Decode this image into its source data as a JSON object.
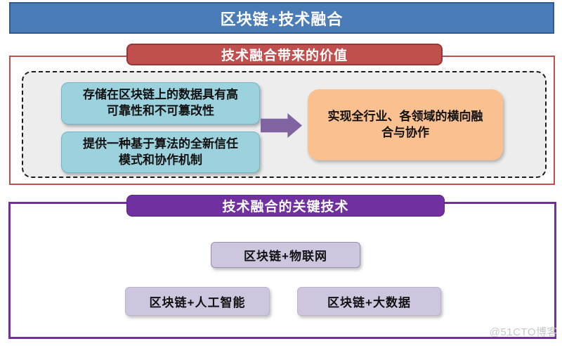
{
  "title_banner": {
    "label": "区块链+技术融合"
  },
  "value_section": {
    "header": "技术融合带来的价值",
    "causes": [
      {
        "line1": "存储在区块链上的数据具有高",
        "line2": "可靠性和不可篡改性"
      },
      {
        "line1": "提供一种基于算法的全新信任",
        "line2": "模式和协作机制"
      }
    ],
    "outcome": {
      "line1": "实现全行业、各领域的横向融",
      "line2": "合与协作"
    }
  },
  "tech_section": {
    "header": "技术融合的关键技术",
    "items": [
      {
        "label": "区块链+物联网"
      },
      {
        "label": "区块链+人工智能"
      },
      {
        "label": "区块链+大数据"
      }
    ]
  },
  "watermark": "@51CTO博客",
  "colors": {
    "title_blue": "#4A7CB8",
    "title_blue_border": "#2E5B94",
    "value_red": "#C0504D",
    "value_red_border": "#953735",
    "panel_gray": "#EDEDED",
    "cause_cyan": "#9CD1DE",
    "cause_cyan_border": "#76B6C9",
    "arrow_purple": "#8064A2",
    "outcome_orange": "#FAC090",
    "tech_purple": "#7030A0",
    "tech_item_lavender": "#CEC5DE",
    "watermark_gray": "#C8C8C8"
  }
}
